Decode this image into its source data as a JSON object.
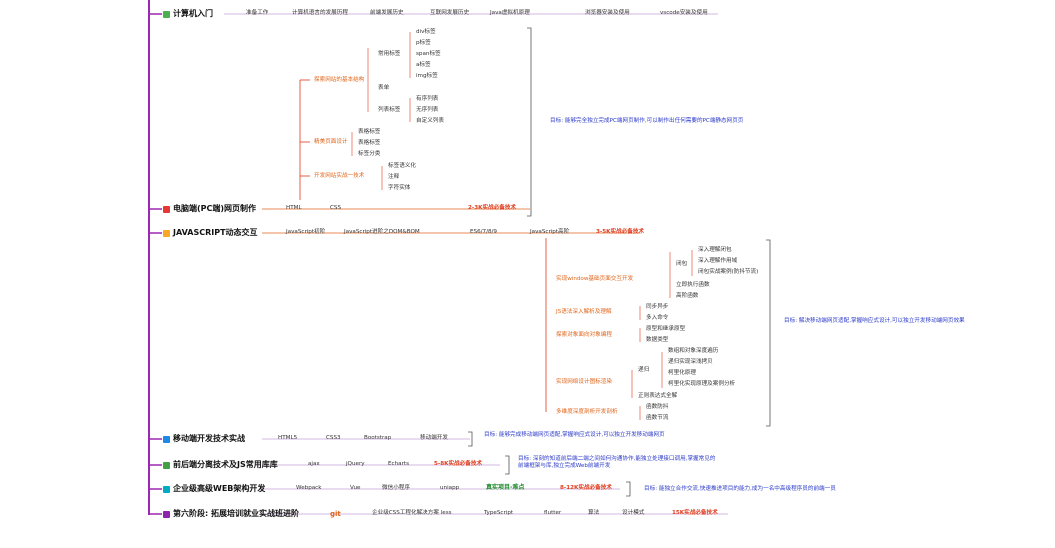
{
  "stages": [
    {
      "label": "计算机入门",
      "items": [
        "准备工作",
        "计算机语言的发展历程",
        "前端发展历史",
        "互联网发展历史",
        "Java虚拟机原理",
        "浏览器安装及使用",
        "vscode安装及使用"
      ]
    },
    {
      "label": "电脑端(PC端)网页制作",
      "items": [
        "HTML",
        "CSS"
      ],
      "tag": "2-3K实战必备技术"
    },
    {
      "label": "JAVASCRIPT动态交互",
      "items": [
        "JavaScript初阶",
        "JavaScript进阶之DOM&BOM",
        "ES6/7/8/9",
        "JavaScript高阶"
      ],
      "tag": "3-5K实战必备技术"
    },
    {
      "label": "移动端开发技术实战",
      "items": [
        "HTML5",
        "CSS3",
        "Bootstrap",
        "移动端开发"
      ]
    },
    {
      "label": "前后端分离技术及JS常用库库",
      "items": [
        "ajax",
        "jQuery",
        "Echarts"
      ],
      "tag": "5-8K实战必备技术"
    },
    {
      "label": "企业级高级WEB架构开发",
      "items": [
        "Webpack",
        "Vue",
        "微信小程序",
        "uniapp"
      ],
      "tag": "8-12K实战必备技术",
      "highlight": "真实项目-难点"
    },
    {
      "label": "第六阶段: 拓展培训就业实战班进阶",
      "items": [
        "git",
        "企业级CSS工程化解决方案 less",
        "TypeScript",
        "flutter",
        "算法",
        "设计模式"
      ],
      "tag": "15K实战必备技术"
    }
  ],
  "html_tree": {
    "branches": [
      "探索网站的基本结构",
      "精美页面设计",
      "开发网站实战一技术"
    ],
    "common_tags": [
      "常用标签",
      "div标签",
      "p标签",
      "span标签",
      "a标签",
      "img标签"
    ],
    "other": [
      "表单",
      "列表标签",
      "有序列表",
      "无序列表",
      "自定义列表"
    ],
    "table": [
      "表格标签",
      "表格标签",
      "标签分类"
    ],
    "form": [
      "标签语义化",
      "注释",
      "字符实体"
    ]
  },
  "js_tree": {
    "branches": [
      "实现window基础页面交互开发",
      "JS语法深入解析及理解",
      "探索对象面向对象编程",
      "实现网络设计图标渲染",
      "多维度深度剖析开发剖析"
    ],
    "closure": [
      "闭包",
      "深入理解闭包",
      "深入理解作用域",
      "闭包实战案例(防抖节流)",
      "立即执行函数",
      "高阶函数"
    ],
    "async": [
      "同步异步",
      "多入命令"
    ],
    "proto": [
      "原型和继承原型",
      "数据类型"
    ],
    "deep": [
      "递归",
      "数组和对象深度遍历",
      "递归实现深浅拷贝",
      "柯里化原理",
      "柯里化实现原理及案例分析",
      "正则表达式全解"
    ],
    "perf": [
      "函数防抖",
      "函数节流"
    ]
  },
  "notes": [
    "目标: 能够完全独立完成PC端网页制作,可以制作出任何需要的PC端静态网页页",
    "目标: 解决移动端网页适配,掌握响应式设计,可以独立开发移动端网页效果",
    "目标: 能够完成移动端网页适配,掌握响应式设计,可以独立开发移动端网页",
    "目标: 深刻的知道前后端二端之间如何沟通协作,能独立处理接口调用,掌握常见的前端框架与库,独立完成Web前端开发",
    "目标: 能独立合作交流,快速推进项目的能力,成为一名中高级程序员的前端一员"
  ]
}
